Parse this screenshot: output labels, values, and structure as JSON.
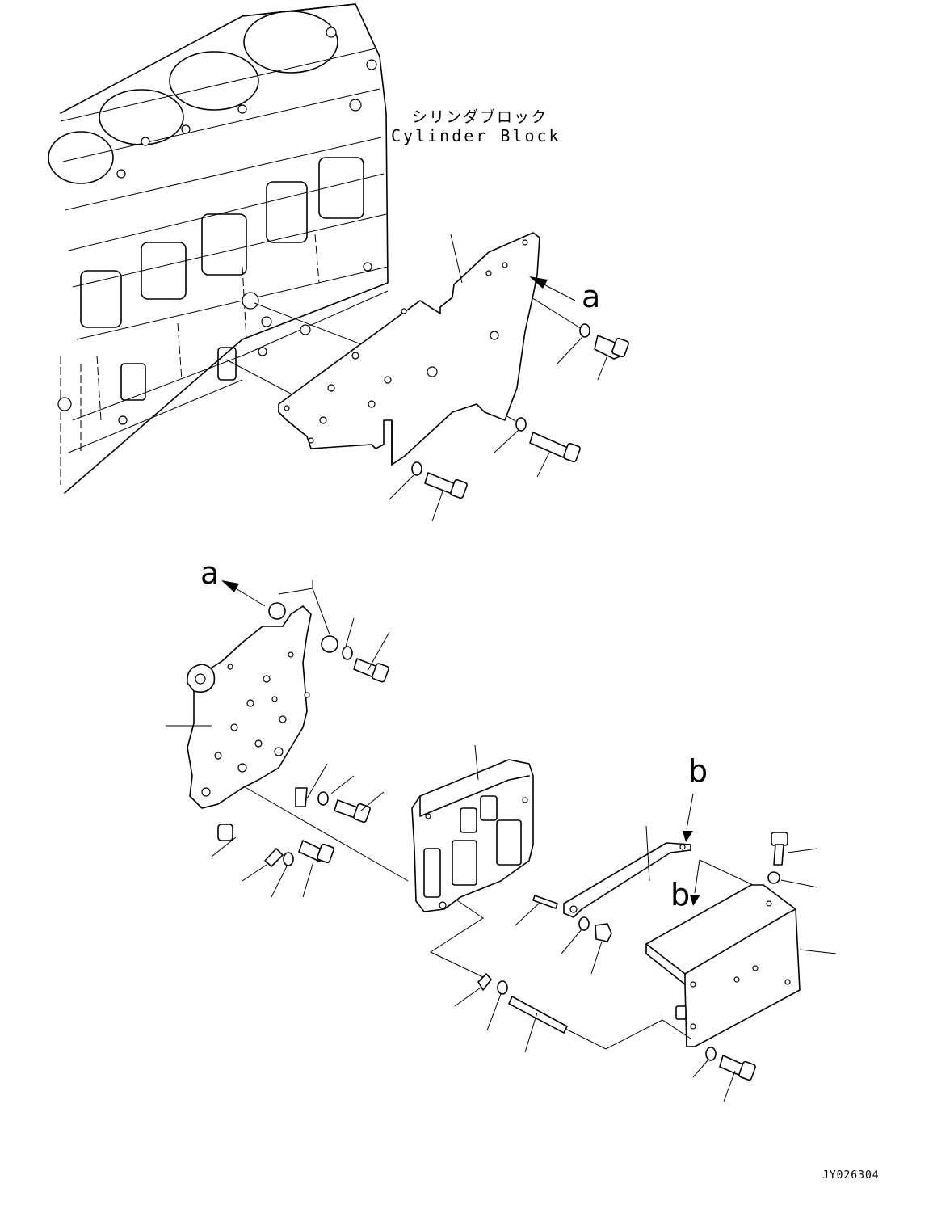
{
  "callout": {
    "jp": "シリンダブロック",
    "en": "Cylinder Block"
  },
  "refs": {
    "a": "a",
    "b": "b"
  },
  "drawing_number": "JY026304",
  "colors": {
    "line": "#000000",
    "background": "#ffffff"
  }
}
